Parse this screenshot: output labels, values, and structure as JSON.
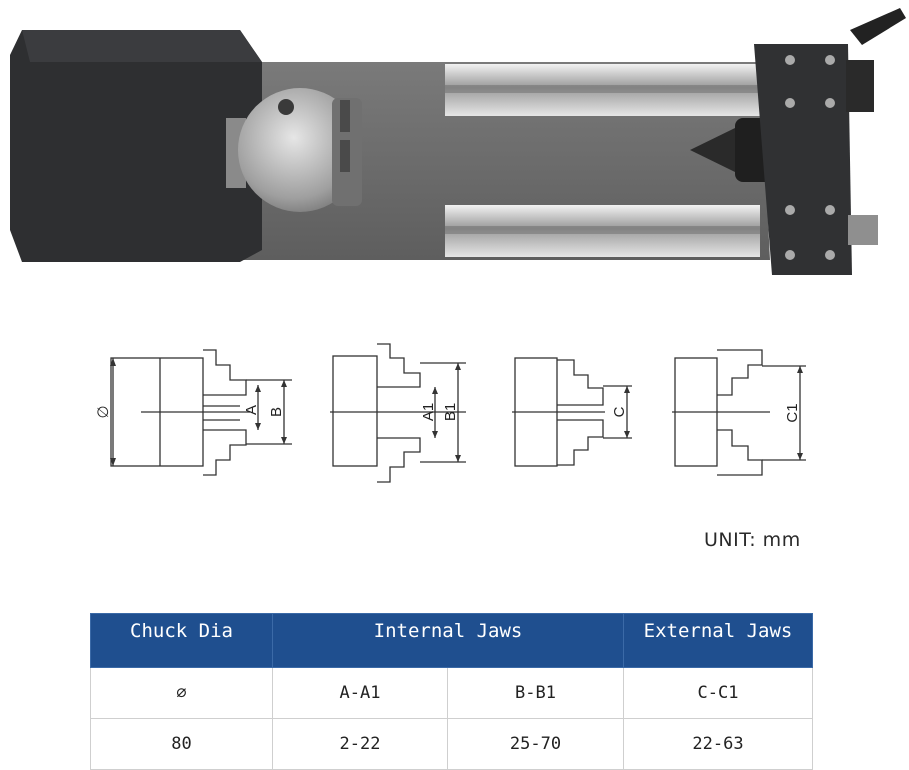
{
  "unit_label": "UNIT: mm",
  "diagram_labels": {
    "phi": "∅",
    "a": "A",
    "b": "B",
    "a1": "A1",
    "b1": "B1",
    "c": "C",
    "c1": "C1"
  },
  "table": {
    "headers": [
      "Chuck Dia",
      "Internal Jaws",
      "External Jaws"
    ],
    "subheaders": [
      "∅",
      "A-A1",
      "B-B1",
      "C-C1"
    ],
    "rows": [
      [
        "80",
        "2-22",
        "25-70",
        "22-63"
      ]
    ]
  }
}
